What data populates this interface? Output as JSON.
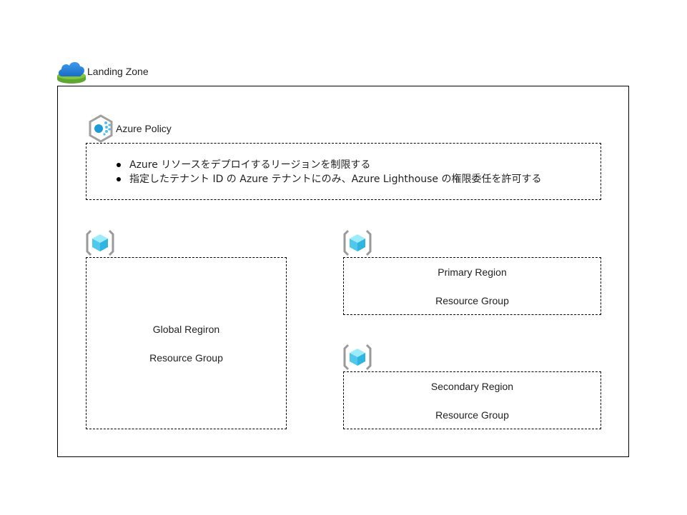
{
  "landing_zone": {
    "label": "Landing Zone",
    "icon": "cloud-landing-zone-icon"
  },
  "policy": {
    "label": "Azure Policy",
    "icon": "azure-policy-icon",
    "items": [
      "Azure リソースをデプロイするリージョンを制限する",
      "指定したテナント ID の Azure テナントにのみ、Azure Lighthouse の権限委任を許可する"
    ]
  },
  "resource_groups": {
    "global": {
      "line1": "Global Regiron",
      "line2": "Resource Group",
      "icon": "resource-group-icon"
    },
    "primary": {
      "line1": "Primary Region",
      "line2": "Resource Group",
      "icon": "resource-group-icon"
    },
    "secondary": {
      "line1": "Secondary Region",
      "line2": "Resource Group",
      "icon": "resource-group-icon"
    }
  },
  "colors": {
    "cloud_blue": "#2a7fd4",
    "cloud_base_green": "#5ea832",
    "cube_light": "#7fe3f7",
    "cube_mid": "#3cc4ea",
    "bracket_gray": "#9a9a9a",
    "policy_blue": "#1e9bd7"
  }
}
